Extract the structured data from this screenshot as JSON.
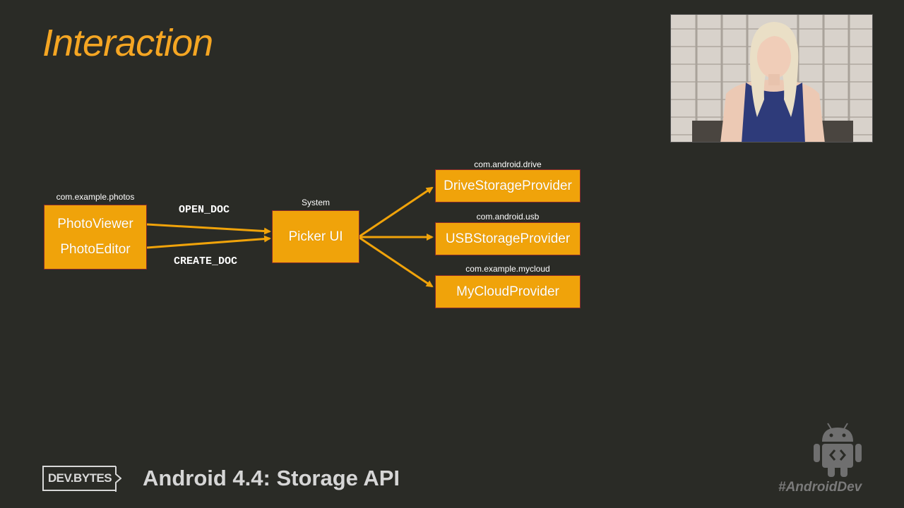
{
  "slide": {
    "title": "Interaction"
  },
  "diagram": {
    "client": {
      "package": "com.example.photos",
      "lines": [
        "PhotoViewer",
        "PhotoEditor"
      ]
    },
    "intents": {
      "open": "OPEN_DOC",
      "create": "CREATE_DOC"
    },
    "system": {
      "package": "System",
      "label": "Picker UI"
    },
    "providers": [
      {
        "package": "com.android.drive",
        "label": "DriveStorageProvider"
      },
      {
        "package": "com.android.usb",
        "label": "USBStorageProvider"
      },
      {
        "package": "com.example.mycloud",
        "label": "MyCloudProvider"
      }
    ],
    "colors": {
      "box_fill": "#f0a30a",
      "box_border": "#8a2a2a",
      "arrow": "#f0a30a",
      "title": "#f5a623"
    }
  },
  "footer": {
    "logo_text": "DEV.BYTES",
    "title": "Android 4.4: Storage API",
    "hashtag": "#AndroidDev",
    "robot_icon": "android-robot-icon"
  },
  "presenter_video": {
    "icon": "presenter-video"
  }
}
